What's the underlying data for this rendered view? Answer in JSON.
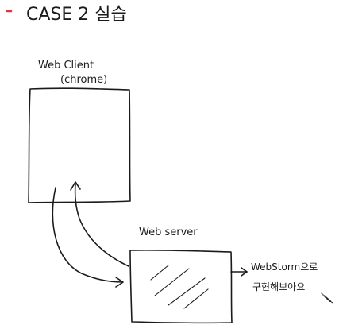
{
  "title": {
    "bullet_color": "#e0353a",
    "text": "CASE 2 실습"
  },
  "client": {
    "label_line1": "Web Client",
    "label_line2": "(chrome)"
  },
  "server": {
    "label": "Web server"
  },
  "note": {
    "line1": "WebStorm으로",
    "line2": "구현해보아요"
  },
  "icons": {
    "pen": "pen-icon"
  },
  "ink_color": "#1b1b1b"
}
